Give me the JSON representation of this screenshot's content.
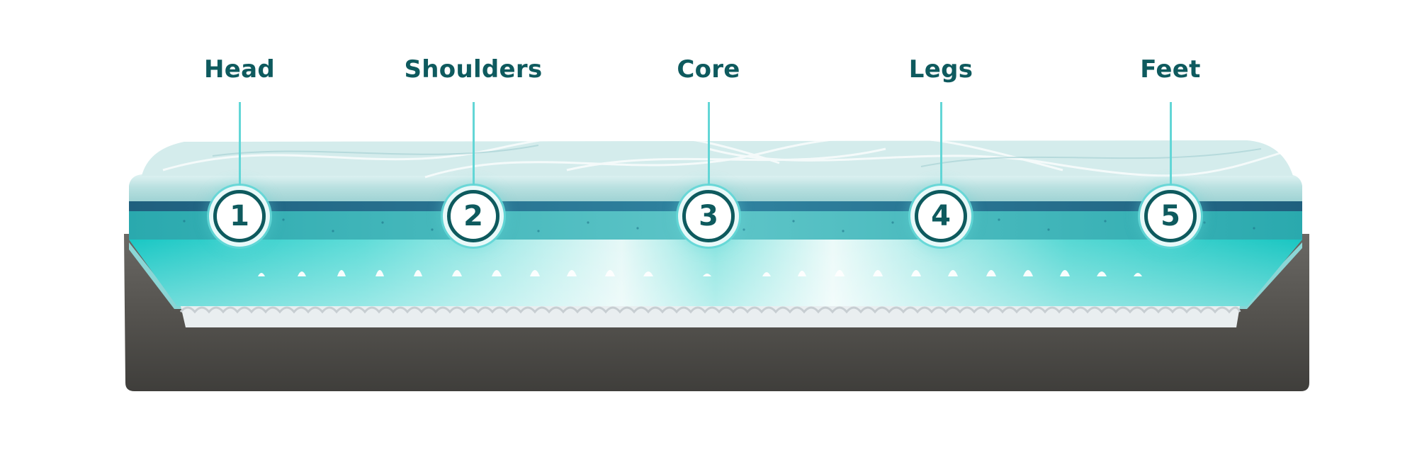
{
  "zones": [
    {
      "label": "Head",
      "number": "1"
    },
    {
      "label": "Shoulders",
      "number": "2"
    },
    {
      "label": "Core",
      "number": "3"
    },
    {
      "label": "Legs",
      "number": "4"
    },
    {
      "label": "Feet",
      "number": "5"
    }
  ],
  "colors": {
    "label_teal": "#0e5a5e",
    "accent_aqua": "#63d6d6",
    "foam_teal": "#3fd6d2",
    "cover_light": "#d4ecec",
    "base_gray": "#55534f"
  }
}
